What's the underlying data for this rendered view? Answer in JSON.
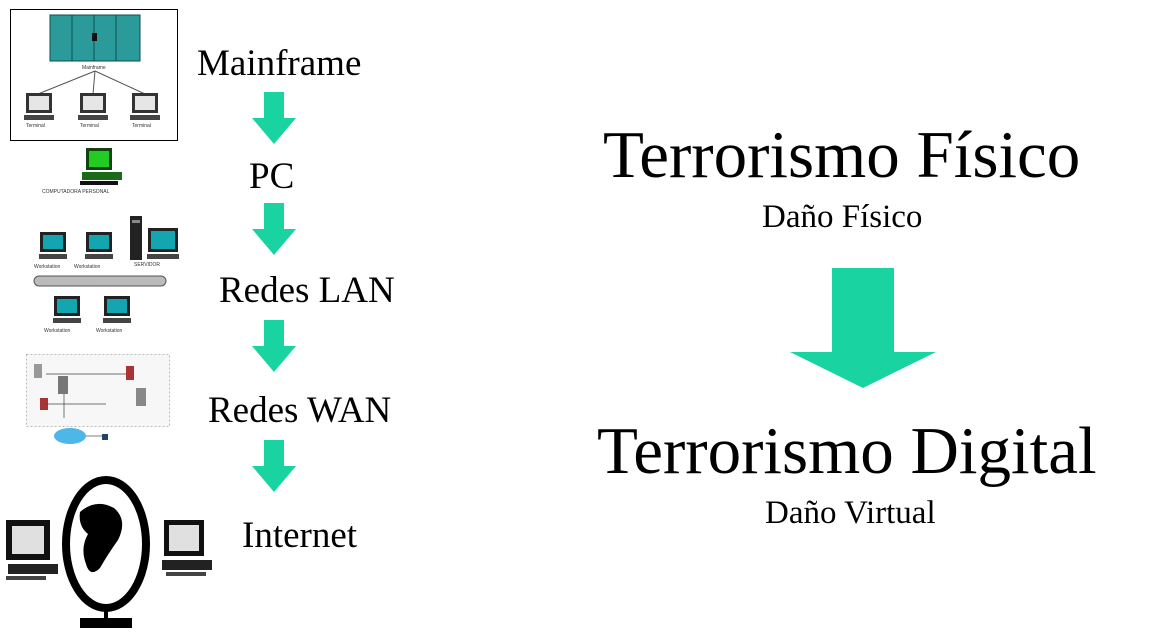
{
  "colors": {
    "arrow": "#19d3a0",
    "monitor_screen": "#14a6b0",
    "pc_screen": "#22cc22",
    "mainframe": "#2a9a9a",
    "wan_cloud": "#4db8e8"
  },
  "evolution": {
    "stages": [
      {
        "label": "Mainframe",
        "icon": "mainframe-icon"
      },
      {
        "label": "PC",
        "icon": "personal-computer-icon"
      },
      {
        "label": "Redes LAN",
        "icon": "lan-network-icon"
      },
      {
        "label": "Redes WAN",
        "icon": "wan-network-icon"
      },
      {
        "label": "Internet",
        "icon": "globe-icon"
      }
    ],
    "captions": {
      "mainframe": "Mainframe",
      "terminal": "Terminal",
      "pc": "COMPUTADORA PERSONAL",
      "workstation": "Workstation",
      "server": "SERVIDOR"
    }
  },
  "comparison": {
    "from_title": "Terrorismo Físico",
    "from_subtitle": "Daño Físico",
    "to_title": "Terrorismo Digital",
    "to_subtitle": "Daño Virtual"
  }
}
